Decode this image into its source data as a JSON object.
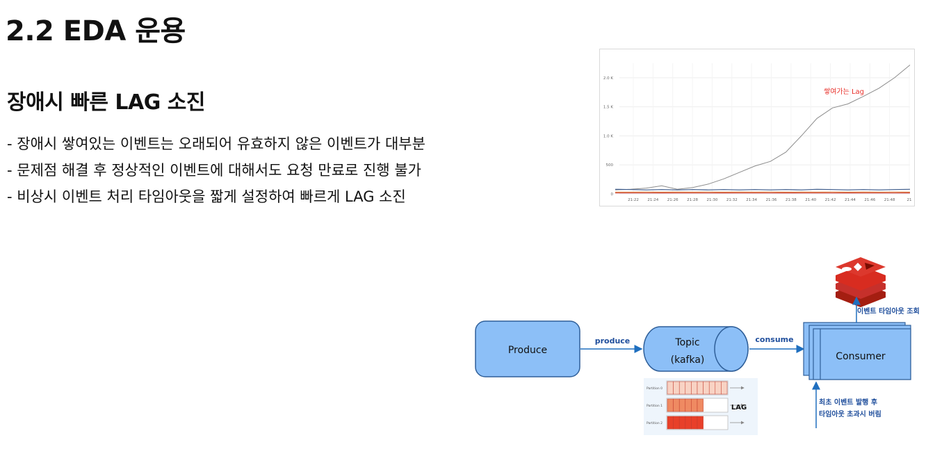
{
  "slide": {
    "title": "2.2 EDA 운용",
    "subtitle": "장애시 빠른 LAG 소진",
    "bullets": [
      "- 장애시 쌓여있는 이벤트는 오래되어 유효하지 않은 이벤트가 대부분",
      "- 문제점 해결 후 정상적인 이벤트에 대해서도 요청 만료로 진행 불가",
      "- 비상시 이벤트 처리 타임아웃을 짧게 설정하여 빠르게 LAG 소진"
    ]
  },
  "chart_data": {
    "type": "line",
    "x": [
      "21:22",
      "21:24",
      "21:26",
      "21:28",
      "21:30",
      "21:32",
      "21:34",
      "21:36",
      "21:38",
      "21:40",
      "21:42",
      "21:44",
      "21:46",
      "21:48",
      "21"
    ],
    "yticks": [
      "0",
      "500",
      "1.0 K",
      "1.5 K",
      "2.0 K"
    ],
    "ylim": [
      0,
      2250
    ],
    "annotation": "쌓여가는 Lag",
    "series": [
      {
        "color": "#8c8c8c",
        "values": [
          70,
          80,
          100,
          140,
          80,
          110,
          170,
          260,
          370,
          480,
          560,
          720,
          1000,
          1300,
          1480,
          1550,
          1680,
          1820,
          2000,
          2220
        ]
      },
      {
        "color": "#3b5b8c",
        "values": [
          80,
          75,
          70,
          75,
          70,
          75,
          70,
          75,
          70,
          75,
          70,
          75,
          70,
          80,
          75,
          70,
          75,
          70,
          75,
          80
        ]
      },
      {
        "color": "#e07b39",
        "values": [
          30,
          30,
          32,
          30,
          31,
          30,
          32,
          30,
          31,
          30,
          32,
          30,
          31,
          30,
          32,
          30,
          31,
          30,
          32,
          30
        ]
      },
      {
        "color": "#c94a4a",
        "values": [
          15,
          16,
          15,
          17,
          15,
          16,
          15,
          17,
          15,
          16,
          15,
          17,
          15,
          16,
          15,
          17,
          15,
          16,
          15,
          17
        ]
      }
    ]
  },
  "diagram": {
    "produce_box": "Produce",
    "produce_arrow": "produce",
    "topic_line1": "Topic",
    "topic_line2": "(kafka)",
    "consume_arrow": "consume",
    "consumer_box": "Consumer",
    "redis_label": "이벤트 타임아웃 조회",
    "note_line1": "최초 이벤트 발행 후",
    "note_line2": "타임아웃 초과시 버림",
    "lag_label": "LAG",
    "partitions": [
      {
        "label": "Partition 0",
        "filled": 10,
        "color": "#f8d3c4"
      },
      {
        "label": "Partition 1",
        "filled": 6,
        "color": "#ef8a62"
      },
      {
        "label": "Partition 2",
        "filled": 6,
        "color": "#e8402a"
      }
    ],
    "colors": {
      "box": "#8cbff7",
      "boxStroke": "#2f5f99",
      "arrow": "#1f6fbf",
      "label": "#1f4e9c"
    }
  }
}
